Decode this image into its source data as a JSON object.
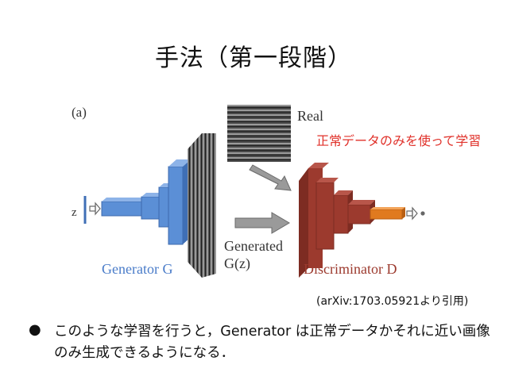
{
  "slide": {
    "title": "手法（第一段階）"
  },
  "figure": {
    "panel_label": "(a)",
    "real_label": "Real",
    "generated_label_line1": "Generated",
    "generated_label_line2": "G(z)",
    "z_label": "z",
    "generator_label": "Generator G",
    "discriminator_label": "Discriminator D",
    "colors": {
      "generator": "#5b8fd6",
      "discriminator": "#9c3a2e",
      "discriminator_output": "#e07a1f",
      "arrow_gray": "#8f8f8f"
    }
  },
  "annotation": {
    "text": "正常データのみを使って学習",
    "color": "#e0312a"
  },
  "citation": {
    "text": "(arXiv:1703.05921より引用)"
  },
  "bullets": [
    {
      "text": "このような学習を行うと，Generator は正常データかそれに近い画像のみ生成できるようになる．"
    }
  ]
}
